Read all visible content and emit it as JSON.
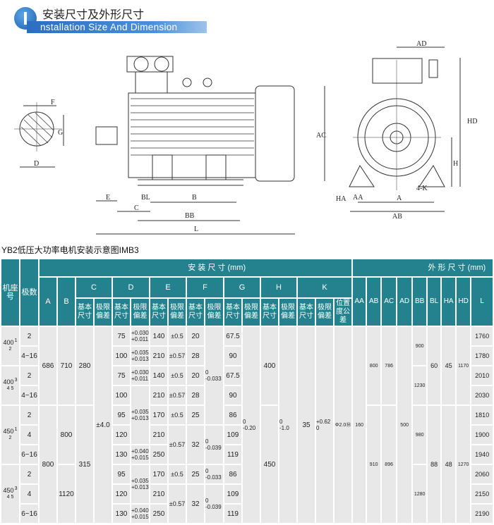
{
  "banner": {
    "title_cn": "安装尺寸及外形尺寸",
    "title_en": "nstallation Size And Dimension"
  },
  "drawing": {
    "labels": {
      "F": "F",
      "G": "G",
      "D": "D",
      "E": "E",
      "C": "C",
      "BL": "BL",
      "B": "B",
      "BB": "BB",
      "L": "L",
      "AC": "AC",
      "AD": "AD",
      "HD": "HD",
      "H": "H",
      "HA": "HA",
      "AA": "AA",
      "A": "A",
      "AB": "AB",
      "K": "4-K"
    }
  },
  "caption": "YB2低压大功率电机安装示意图IMB3",
  "table": {
    "header": {
      "frame": "机座号",
      "poles": "极数",
      "install": "安 装 尺 寸  (mm)",
      "outline": "外 形 尺 寸 (mm)",
      "groups": [
        "C",
        "D",
        "E",
        "F",
        "G",
        "H",
        "K"
      ],
      "A": "A",
      "B": "B",
      "basic": "基本尺寸",
      "tol": "极限偏差",
      "pos": "位置度公差",
      "outline_cols": [
        "AA",
        "AB",
        "AC",
        "AD",
        "BB",
        "BL",
        "HA",
        "HD",
        "L"
      ]
    },
    "body": {
      "frame": [
        {
          "size": "400",
          "marks": "1 2"
        },
        {
          "size": "400",
          "marks": "3 4 5"
        },
        {
          "size": "450",
          "marks": "1 2"
        },
        {
          "size": "450",
          "marks": "3 4 5"
        }
      ],
      "poles": [
        "2",
        "4~16",
        "2",
        "4~16",
        "2",
        "4",
        "6~16",
        "2",
        "4",
        "6~16"
      ],
      "A": [
        "686",
        "800"
      ],
      "B": [
        "710",
        "800",
        "1120"
      ],
      "C": [
        "280",
        "315"
      ],
      "C_tol": [
        "±4.0"
      ],
      "D": [
        "75",
        "100",
        "75",
        "100",
        "95",
        "120",
        "130",
        "95",
        "120",
        "130"
      ],
      "D_tol": [
        {
          "u": "+0.030",
          "l": "+0.011"
        },
        {
          "u": "+0.035",
          "l": "+0.013"
        },
        {
          "u": "+0.030",
          "l": "+0.011"
        },
        {
          "u": "+0.035",
          "l": "+0.013"
        },
        {
          "u": "+0.040",
          "l": "+0.015"
        },
        {
          "u": "+0.035",
          "l": "+0.013"
        },
        {
          "u": "+0.040",
          "l": "+0.015"
        }
      ],
      "E": [
        "140",
        "210",
        "140",
        "210",
        "170",
        "210",
        "250",
        "170",
        "210",
        "250"
      ],
      "E_tol": [
        "±0.5",
        "±0.57",
        "±0.5",
        "±0.57",
        "±0.5",
        "±0.57",
        "±0.5",
        "±0.57"
      ],
      "F": [
        "20",
        "28",
        "20",
        "28",
        "25",
        "32",
        "25",
        "32"
      ],
      "F_tol": [
        {
          "u": "0",
          "l": "-0.033"
        },
        {
          "u": "0",
          "l": "-0.039"
        },
        {
          "u": "0",
          "l": "-0.033"
        },
        {
          "u": "0",
          "l": "-0.039"
        }
      ],
      "G": [
        "67.5",
        "90",
        "67.5",
        "90",
        "86",
        "109",
        "119",
        "86",
        "109",
        "119"
      ],
      "G_tol": [
        {
          "u": "0",
          "l": "-0.20"
        }
      ],
      "H": [
        "400",
        "450"
      ],
      "H_tol": [
        {
          "u": "0",
          "l": "-1.0"
        }
      ],
      "K": [
        "35"
      ],
      "K_tol": [
        {
          "u": "+0.62",
          "l": "0"
        }
      ],
      "pos": [
        "Φ2.0Ⓜ"
      ],
      "AA": [
        "160"
      ],
      "AB": [
        "800",
        "910"
      ],
      "AC": [
        "786",
        "896"
      ],
      "AD": [
        "500"
      ],
      "BB": [
        "900",
        "1230",
        "980",
        "1280"
      ],
      "BL": [
        "60",
        "88"
      ],
      "HA": [
        "45",
        "48"
      ],
      "HD": [
        "1170",
        "1270"
      ],
      "L": [
        "1760",
        "1780",
        "2010",
        "2030",
        "1810",
        "1900",
        "1940",
        "2060",
        "2150",
        "2190"
      ]
    }
  },
  "colors": {
    "header": "#23828e",
    "cell": "#e8e8e8",
    "banner": "#2a6fc0"
  }
}
